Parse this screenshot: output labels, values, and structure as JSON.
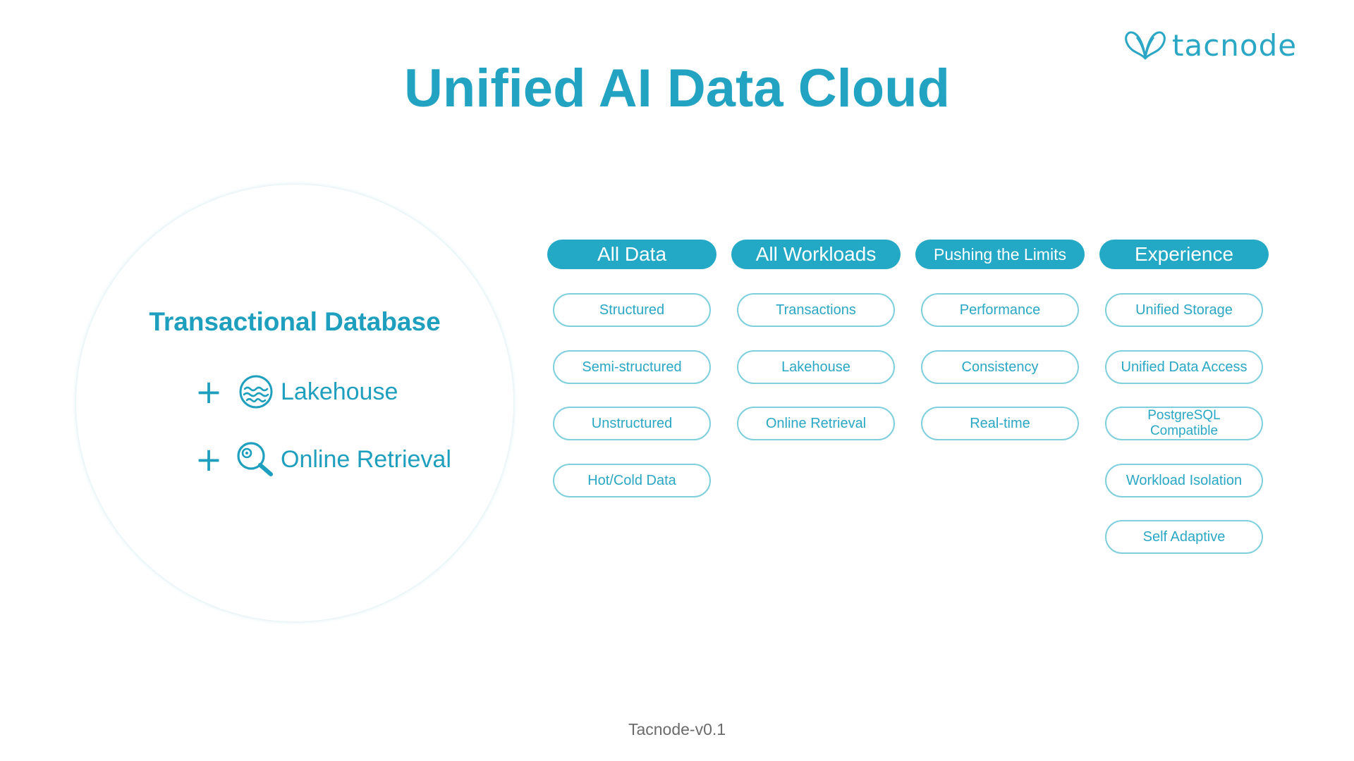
{
  "logo": {
    "text": "tacnode",
    "icon": "butterfly-logo-icon"
  },
  "title": "Unified AI Data Cloud",
  "core": {
    "title": "Transactional Database",
    "items": [
      {
        "plus": "+",
        "icon": "lake-icon",
        "label": "Lakehouse"
      },
      {
        "plus": "+",
        "icon": "search-magnifier-icon",
        "label": "Online Retrieval"
      }
    ]
  },
  "columns": [
    {
      "header": "All Data",
      "items": [
        "Structured",
        "Semi-structured",
        "Unstructured",
        "Hot/Cold  Data"
      ]
    },
    {
      "header": "All Workloads",
      "items": [
        "Transactions",
        "Lakehouse",
        "Online Retrieval"
      ]
    },
    {
      "header": "Pushing the Limits",
      "items": [
        "Performance",
        "Consistency",
        "Real-time"
      ]
    },
    {
      "header": "Experience",
      "items": [
        "Unified Storage",
        "Unified Data Access",
        "PostgreSQL\nCompatible",
        "Workload Isolation",
        "Self Adaptive"
      ]
    }
  ],
  "footer": {
    "version": "Tacnode-v0.1"
  },
  "colors": {
    "accent": "#23a3c2",
    "header_fill": "#23a8c6",
    "pill_border": "#7fcfdd",
    "footer_text": "#6b6b6b"
  }
}
